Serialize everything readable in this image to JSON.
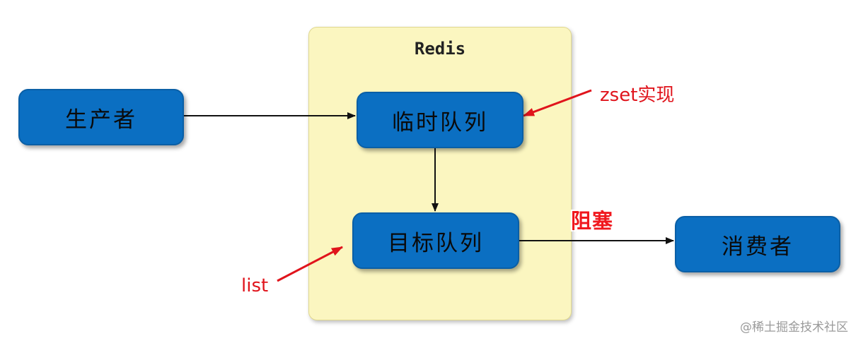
{
  "diagram": {
    "container_title": "Redis",
    "nodes": {
      "producer": "生产者",
      "temp_queue": "临时队列",
      "target_queue": "目标队列",
      "consumer": "消费者"
    },
    "annotations": {
      "zset": "zset实现",
      "list": "list",
      "block": "阻塞"
    },
    "colors": {
      "node_fill": "#0b6fc2",
      "container_fill": "#fbf6c0",
      "annotation": "#e0141c"
    }
  },
  "watermark": "@稀土掘金技术社区"
}
